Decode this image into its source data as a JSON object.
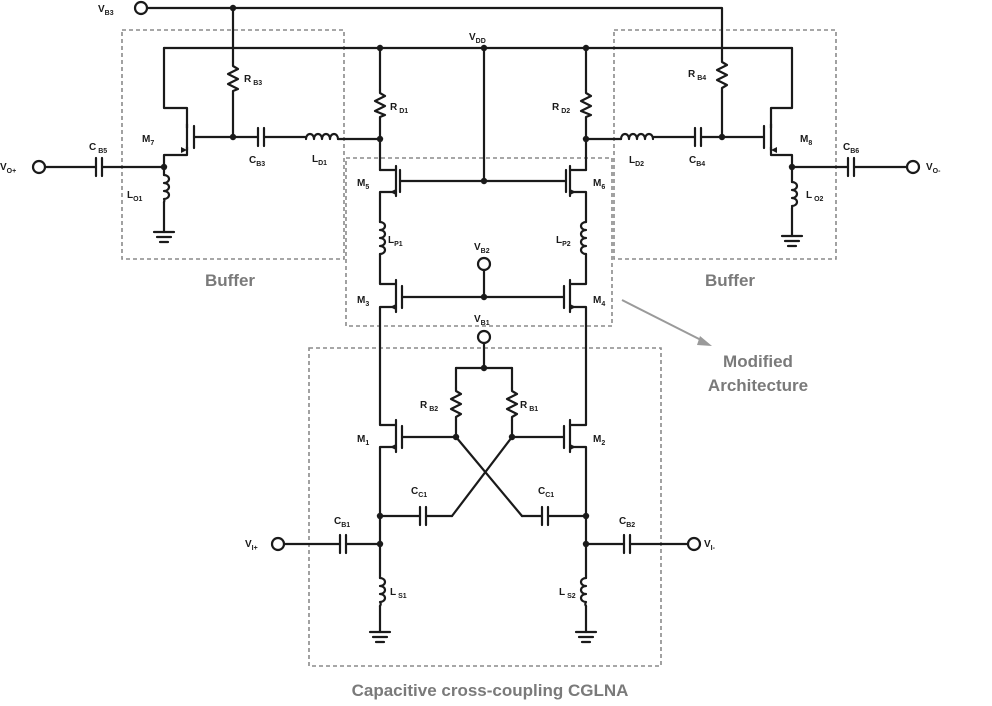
{
  "blocks": {
    "buffer_left": "Buffer",
    "buffer_right": "Buffer",
    "modified_line1": "Modified",
    "modified_line2": "Architecture",
    "cglna": "Capacitive cross-coupling CGLNA"
  },
  "labels": {
    "VB3": {
      "main": "V",
      "sub": "B3"
    },
    "VDD": {
      "main": "V",
      "sub": "DD"
    },
    "RB3": {
      "main": "R",
      "sub": "B3"
    },
    "RB4": {
      "main": "R",
      "sub": "B4"
    },
    "RD1": {
      "main": "R",
      "sub": "D1"
    },
    "RD2": {
      "main": "R",
      "sub": "D2"
    },
    "M7": {
      "main": "M",
      "sub": "7"
    },
    "M8": {
      "main": "M",
      "sub": "8"
    },
    "CB5": {
      "main": "C",
      "sub": "B5"
    },
    "CB6": {
      "main": "C",
      "sub": "B6"
    },
    "CB3": {
      "main": "C",
      "sub": "B3"
    },
    "CB4": {
      "main": "C",
      "sub": "B4"
    },
    "LD1": {
      "main": "L",
      "sub": "D1"
    },
    "LD2": {
      "main": "L",
      "sub": "D2"
    },
    "LO1": {
      "main": "L",
      "sub": "O1"
    },
    "LO2": {
      "main": "L",
      "sub": "O2"
    },
    "VOp": {
      "main": "V",
      "sub": "O+"
    },
    "VOm": {
      "main": "V",
      "sub": "O-"
    },
    "M5": {
      "main": "M",
      "sub": "5"
    },
    "M6": {
      "main": "M",
      "sub": "6"
    },
    "LP1": {
      "main": "L",
      "sub": "P1"
    },
    "LP2": {
      "main": "L",
      "sub": "P2"
    },
    "VB2": {
      "main": "V",
      "sub": "B2"
    },
    "M3": {
      "main": "M",
      "sub": "3"
    },
    "M4": {
      "main": "M",
      "sub": "4"
    },
    "VB1": {
      "main": "V",
      "sub": "B1"
    },
    "RB2": {
      "main": "R",
      "sub": "B2"
    },
    "RB1": {
      "main": "R",
      "sub": "B1"
    },
    "M1": {
      "main": "M",
      "sub": "1"
    },
    "M2": {
      "main": "M",
      "sub": "2"
    },
    "CC1a": {
      "main": "C",
      "sub": "C1"
    },
    "CC1b": {
      "main": "C",
      "sub": "C1"
    },
    "CB1": {
      "main": "C",
      "sub": "B1"
    },
    "CB2": {
      "main": "C",
      "sub": "B2"
    },
    "VIp": {
      "main": "V",
      "sub": "I+"
    },
    "VIm": {
      "main": "V",
      "sub": "I-"
    },
    "LS1": {
      "main": "L",
      "sub": "S1"
    },
    "LS2": {
      "main": "L",
      "sub": "S2"
    }
  }
}
